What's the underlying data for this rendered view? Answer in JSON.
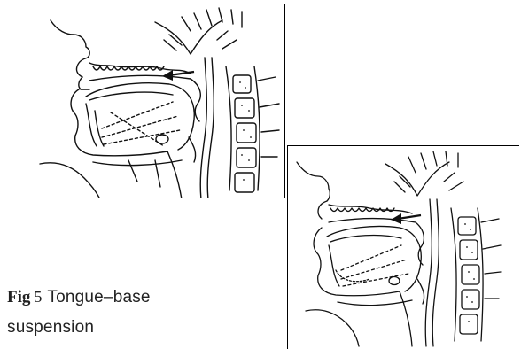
{
  "caption": {
    "label": "Fig",
    "number": "5",
    "text": "Tongue–base suspension"
  },
  "figures": [
    {
      "name": "preoperative-illustration",
      "arrow": "arrow-left-icon"
    },
    {
      "name": "postoperative-illustration",
      "arrow": "arrow-left-icon"
    }
  ],
  "colors": {
    "ink": "#111111",
    "paper": "#ffffff",
    "divider": "#9a9a9a"
  }
}
